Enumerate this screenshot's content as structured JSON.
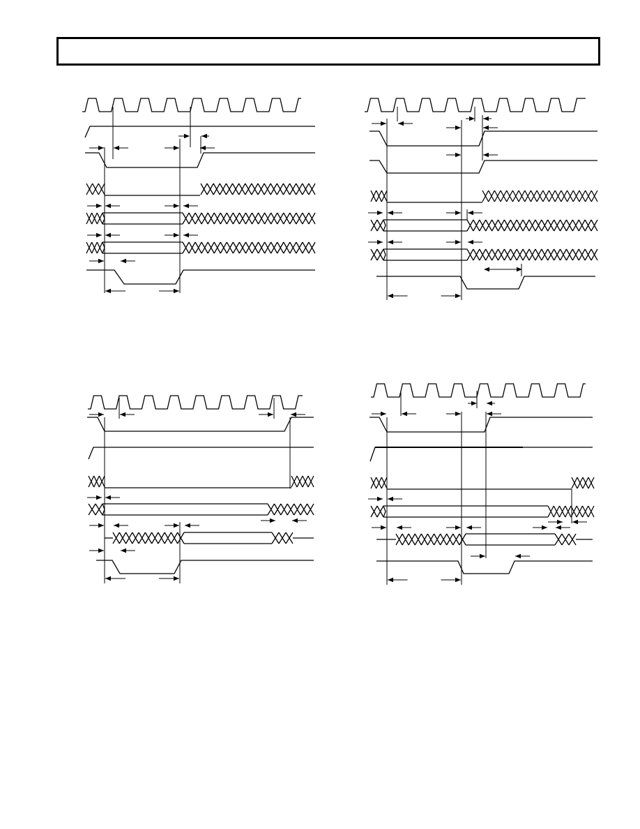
{
  "page": {
    "header_text": ""
  },
  "colors": {
    "ink": "#000000",
    "paper": "#ffffff"
  },
  "diagrams": [
    {
      "id": "timing-diagram-top-left",
      "label": ""
    },
    {
      "id": "timing-diagram-top-right",
      "label": ""
    },
    {
      "id": "timing-diagram-bottom-left",
      "label": ""
    },
    {
      "id": "timing-diagram-bottom-right",
      "label": ""
    }
  ]
}
